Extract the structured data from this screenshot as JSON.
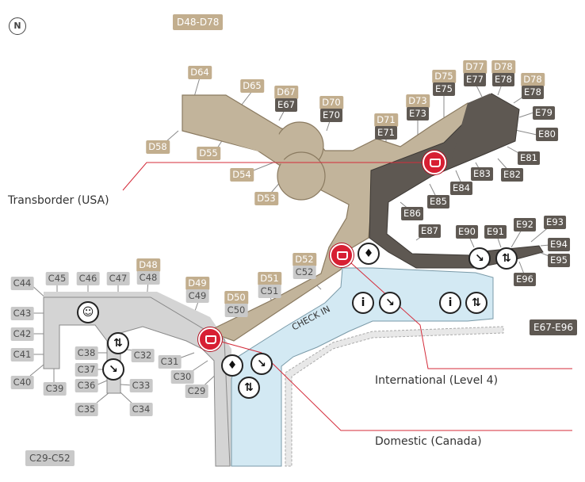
{
  "compass": {
    "label": "N"
  },
  "areas": {
    "d48_d78": "D48-D78",
    "e67_e96": "E67-E96",
    "c29_c52": "C29-C52"
  },
  "callouts": {
    "transborder": "Transborder (USA)",
    "international": "International (Level 4)",
    "domestic": "Domestic (Canada)"
  },
  "check_in": "CHECK IN",
  "gates": {
    "d64": "D64",
    "d65": "D65",
    "d67": "D67",
    "e67": "E67",
    "d70": "D70",
    "e70": "E70",
    "d71": "D71",
    "e71": "E71",
    "d73": "D73",
    "e73": "E73",
    "d75": "D75",
    "e75": "E75",
    "d77": "D77",
    "e77": "E77",
    "d78a": "D78",
    "e78a": "E78",
    "d78b": "D78",
    "e78b": "E78",
    "e79": "E79",
    "e80": "E80",
    "e81": "E81",
    "e82": "E82",
    "e83": "E83",
    "e84": "E84",
    "e85": "E85",
    "e86": "E86",
    "e87": "E87",
    "e90": "E90",
    "e91": "E91",
    "e92": "E92",
    "e93": "E93",
    "e94": "E94",
    "e95": "E95",
    "e96": "E96",
    "d58": "D58",
    "d55": "D55",
    "d54": "D54",
    "d53": "D53",
    "d48": "D48",
    "c48": "C48",
    "d49": "D49",
    "c49": "C49",
    "d50": "D50",
    "c50": "C50",
    "d51": "D51",
    "c51": "C51",
    "d52": "D52",
    "c52": "C52",
    "c44": "C44",
    "c45": "C45",
    "c46": "C46",
    "c47": "C47",
    "c43": "C43",
    "c42": "C42",
    "c41": "C41",
    "c40": "C40",
    "c39": "C39",
    "c38": "C38",
    "c37": "C37",
    "c36": "C36",
    "c35": "C35",
    "c34": "C34",
    "c33": "C33",
    "c32": "C32",
    "c31": "C31",
    "c30": "C30",
    "c29": "C29"
  },
  "icons": {
    "info": "i",
    "elevator": "⇅",
    "escalator": "↘",
    "family": "☺",
    "shop": "♦"
  },
  "colors": {
    "domestic_concourse": "#c2b49b",
    "transborder_concourse": "#5e5852",
    "international_concourse": "#d3e9f3",
    "c_pier": "#d4d4d4",
    "leader_line": "#d42b3a",
    "lounge": "#d71f33"
  }
}
